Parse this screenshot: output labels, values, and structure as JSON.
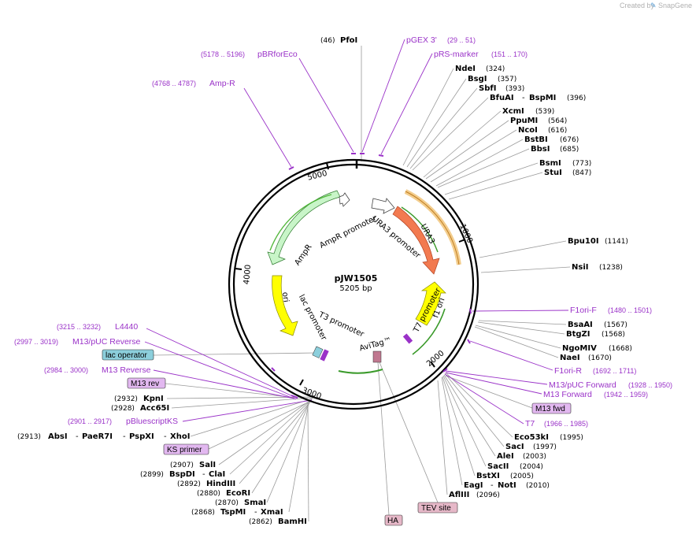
{
  "header": {
    "credit_prefix": "Created by",
    "credit_brand": "SnapGene"
  },
  "map": {
    "name": "pJW1505",
    "size_label": "5205 bp",
    "ticks": [
      "1000",
      "2000",
      "3000",
      "4000",
      "5000"
    ],
    "feature_labels": {
      "ampr": "AmpR",
      "ampr_promoter": "AmpR promoter",
      "ura3_promoter": "URA3 promoter",
      "ura3": "URA3",
      "f1_ori": "f1 ori",
      "t7_promoter": "T7 promoter",
      "avitag": "AviTag™",
      "t3_promoter": "T3 promoter",
      "lac_promoter": "lac promoter",
      "ori": "ori"
    }
  },
  "sites": {
    "pfoi": {
      "pos": "(46)",
      "name": "PfoI"
    },
    "ndei": {
      "name": "NdeI",
      "pos": "(324)"
    },
    "bsgi": {
      "name": "BsgI",
      "pos": "(357)"
    },
    "sbfi": {
      "name": "SbfI",
      "pos": "(393)"
    },
    "bfuai": {
      "name": "BfuAI",
      "sep": "-",
      "name2": "BspMI",
      "pos": "(396)"
    },
    "xcmi": {
      "name": "XcmI",
      "pos": "(539)"
    },
    "ppumi": {
      "name": "PpuMI",
      "pos": "(564)"
    },
    "ncoi": {
      "name": "NcoI",
      "pos": "(616)"
    },
    "bstbi": {
      "name": "BstBI",
      "pos": "(676)"
    },
    "bbsi": {
      "name": "BbsI",
      "pos": "(685)"
    },
    "bsmi": {
      "name": "BsmI",
      "pos": "(773)"
    },
    "stui": {
      "name": "StuI",
      "pos": "(847)"
    },
    "bpu10i": {
      "name": "Bpu10I",
      "pos": "(1141)"
    },
    "nsii": {
      "name": "NsiI",
      "pos": "(1238)"
    },
    "bsaai": {
      "name": "BsaAI",
      "pos": "(1567)"
    },
    "btgzi": {
      "name": "BtgZI",
      "pos": "(1568)"
    },
    "ngomiv": {
      "name": "NgoMIV",
      "pos": "(1668)"
    },
    "naei": {
      "name": "NaeI",
      "pos": "(1670)"
    },
    "eco53ki": {
      "name": "Eco53kI",
      "pos": "(1995)"
    },
    "saci": {
      "name": "SacI",
      "pos": "(1997)"
    },
    "alei": {
      "name": "AleI",
      "pos": "(2003)"
    },
    "sacii": {
      "name": "SacII",
      "pos": "(2004)"
    },
    "bstxi": {
      "name": "BstXI",
      "pos": "(2005)"
    },
    "eagi": {
      "name": "EagI",
      "sep": "-",
      "name2": "NotI",
      "pos": "(2010)"
    },
    "aflIII": {
      "name": "AflIII",
      "pos": "(2096)"
    },
    "kpni": {
      "pos": "(2932)",
      "name": "KpnI"
    },
    "acc65i": {
      "pos": "(2928)",
      "name": "Acc65I"
    },
    "absi": {
      "pos": "(2913)",
      "name": "AbsI",
      "sep1": "-",
      "name2": "PaeR7I",
      "sep2": "-",
      "name3": "PspXI",
      "sep3": "-",
      "name4": "XhoI"
    },
    "sali": {
      "pos": "(2907)",
      "name": "SalI"
    },
    "bspdi": {
      "pos": "(2899)",
      "name": "BspDI",
      "sep": "-",
      "name2": "ClaI"
    },
    "hindiii": {
      "pos": "(2892)",
      "name": "HindIII"
    },
    "ecori": {
      "pos": "(2880)",
      "name": "EcoRI"
    },
    "smai": {
      "pos": "(2870)",
      "name": "SmaI"
    },
    "tspmi": {
      "pos": "(2868)",
      "name": "TspMI",
      "sep": "-",
      "name2": "XmaI"
    },
    "bamhi": {
      "pos": "(2862)",
      "name": "BamHI"
    }
  },
  "primers": {
    "pgex3": {
      "name": "pGEX 3'",
      "range": "(29 .. 51)"
    },
    "prs_marker": {
      "name": "pRS-marker",
      "range": "(151 .. 170)"
    },
    "pbrforeco": {
      "range": "(5178 .. 5196)",
      "name": "pBRforEco"
    },
    "amp_r": {
      "range": "(4768 .. 4787)",
      "name": "Amp-R"
    },
    "f1ori_f": {
      "name": "F1ori-F",
      "range": "(1480 .. 1501)"
    },
    "f1ori_r": {
      "name": "F1ori-R",
      "range": "(1692 .. 1711)"
    },
    "m13puc_fwd": {
      "name": "M13/pUC Forward",
      "range": "(1928 .. 1950)"
    },
    "m13_fwd": {
      "name": "M13 Forward",
      "range": "(1942 .. 1959)"
    },
    "t7": {
      "name": "T7",
      "range": "(1966 .. 1985)"
    },
    "l4440": {
      "range": "(3215 .. 3232)",
      "name": "L4440"
    },
    "m13puc_rev": {
      "range": "(2997 .. 3019)",
      "name": "M13/pUC Reverse"
    },
    "m13_rev": {
      "range": "(2984 .. 3000)",
      "name": "M13 Reverse"
    },
    "pbluescriptks": {
      "range": "(2901 .. 2917)",
      "name": "pBluescriptKS"
    }
  },
  "boxed_features": {
    "lac_operator": "lac operator",
    "m13rev_box": "M13 rev",
    "m13fwd_box": "M13 fwd",
    "ks_primer": "KS primer",
    "tev_site": "TEV site",
    "ha": "HA"
  },
  "colors": {
    "primer": "#9a32c8",
    "ampr": "#c8f5c8",
    "ura3": "#f27a50",
    "f1_ori": "#ffff00",
    "ori": "#ffff00",
    "promoter_arrow": "#ffffff",
    "lac_operator_box": "#8ccfdc",
    "primer_box": "#e2b8f0",
    "tag_box": "#e6b8c8"
  }
}
